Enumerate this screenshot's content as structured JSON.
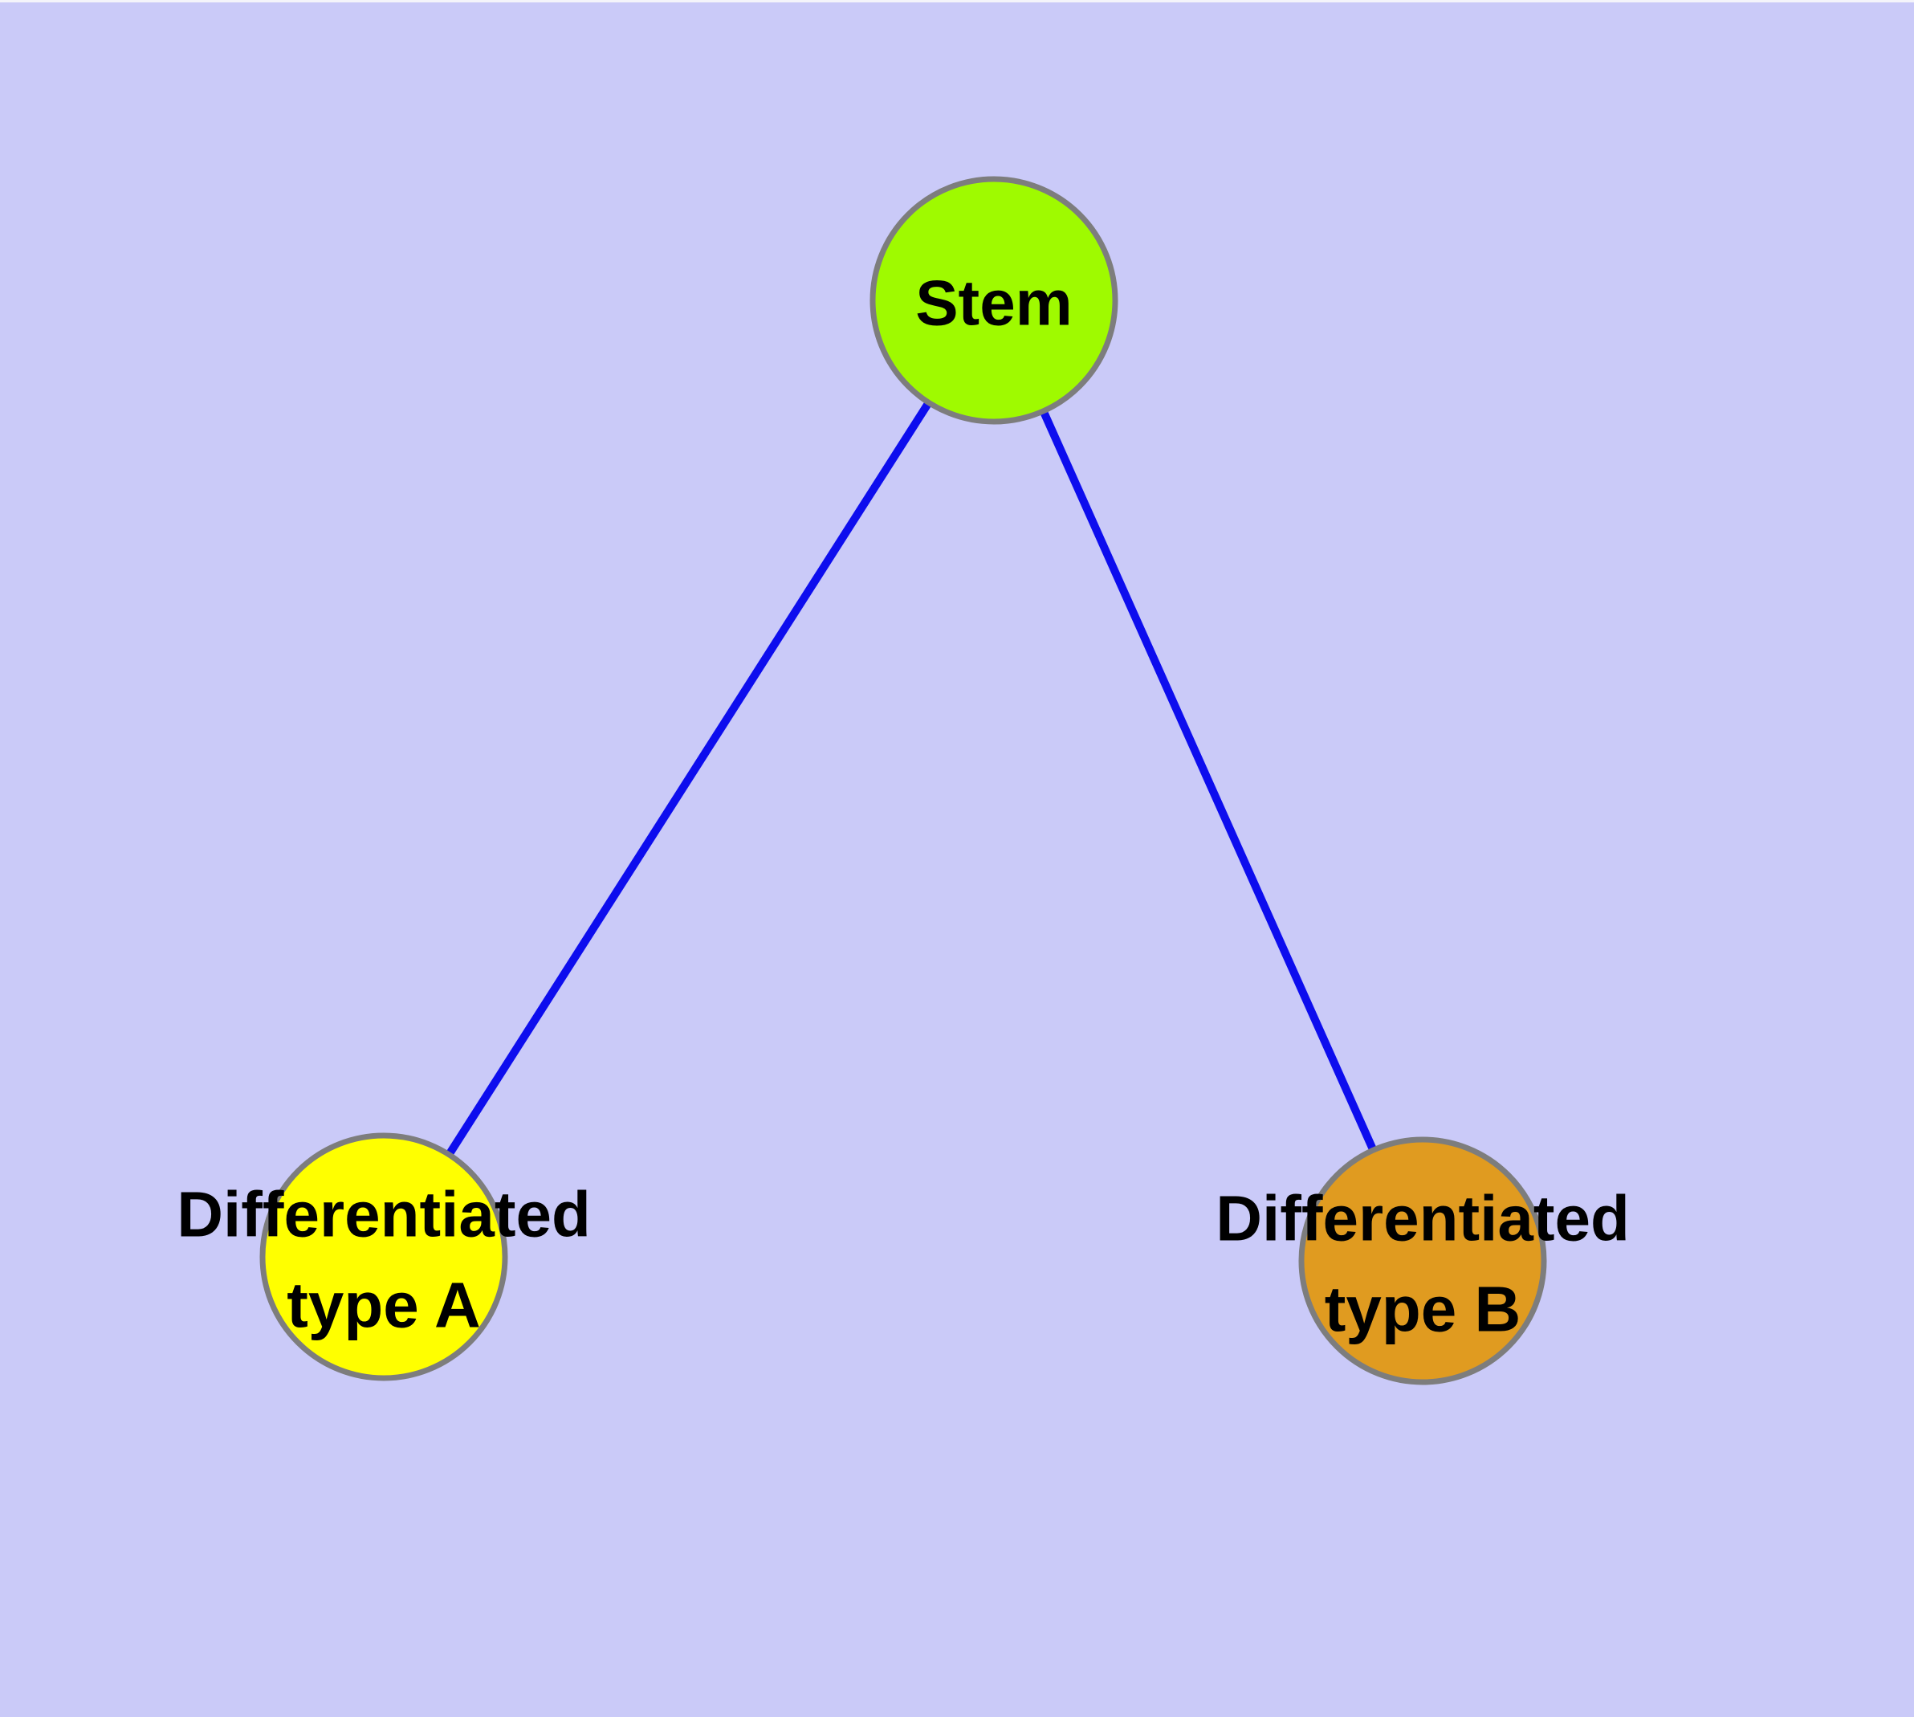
{
  "diagram": {
    "title": "",
    "background_color": "#cacaf8",
    "top_margin_color": "#f4f4fa",
    "edge_color": "#0d0dee",
    "node_border_color": "#7d7d7d",
    "text_color": "#000000",
    "nodes": [
      {
        "id": "stem",
        "label": "Stem",
        "lines": [
          "Stem"
        ],
        "fill": "#9ffa00"
      },
      {
        "id": "differentiated-type-a",
        "label": "Differentiated type A",
        "lines": [
          "Differentiated",
          "type A"
        ],
        "fill": "#ffff00"
      },
      {
        "id": "differentiated-type-b",
        "label": "Differentiated type B",
        "lines": [
          "Differentiated",
          "type B"
        ],
        "fill": "#e09b20"
      }
    ],
    "edges": [
      {
        "from": "Stem",
        "to": "Differentiated type A"
      },
      {
        "from": "Stem",
        "to": "Differentiated type B"
      }
    ]
  }
}
